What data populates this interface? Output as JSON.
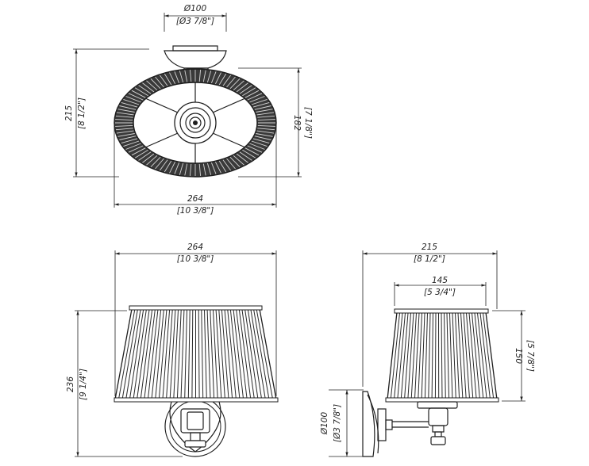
{
  "colors": {
    "ink": "#1e1e1e",
    "shade": "#4a4a4a",
    "background": "#ffffff"
  },
  "top_view": {
    "canopy_diameter": {
      "mm": "Ø100",
      "inch": "[Ø3 7/8\"]"
    },
    "total_height": {
      "mm": "215",
      "inch": "[8 1/2\"]"
    },
    "shade_depth": {
      "mm": "182",
      "inch": "[7 1/8\"]"
    },
    "shade_width": {
      "mm": "264",
      "inch": "[10 3/8\"]"
    }
  },
  "front_view": {
    "shade_width": {
      "mm": "264",
      "inch": "[10 3/8\"]"
    },
    "height": {
      "mm": "236",
      "inch": "[9 1/4\"]"
    }
  },
  "side_view": {
    "projection": {
      "mm": "215",
      "inch": "[8 1/2\"]"
    },
    "shade_top_diameter": {
      "mm": "145",
      "inch": "[5 3/4\"]"
    },
    "shade_height": {
      "mm": "150",
      "inch": "[5 7/8\"]"
    },
    "backplate_diameter": {
      "mm": "Ø100",
      "inch": "[Ø3 7/8\"]"
    }
  }
}
